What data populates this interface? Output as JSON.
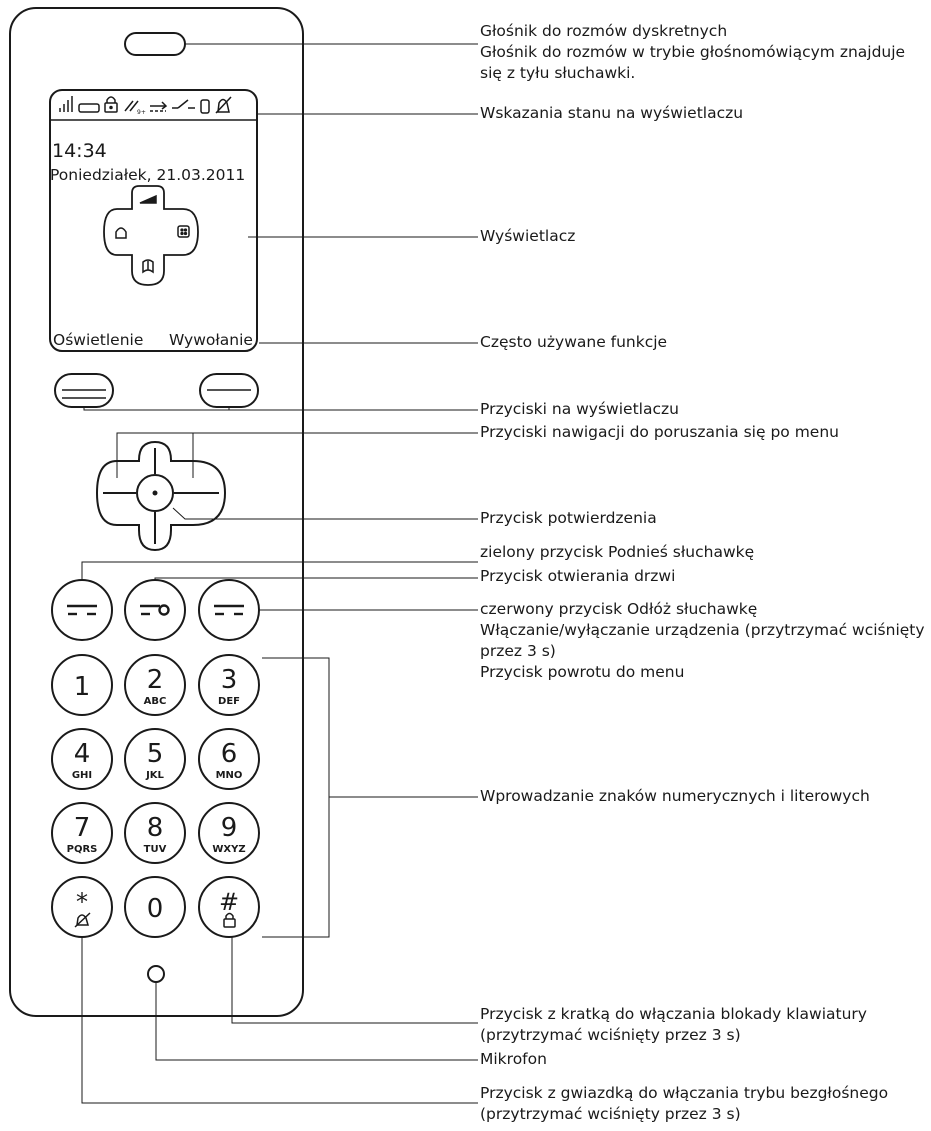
{
  "screen": {
    "time": "14:34",
    "date": "Poniedziałek, 21.03.2011",
    "softkey_left": "Oświetlenie",
    "softkey_right": "Wywołanie"
  },
  "keypad": [
    {
      "digit": "1",
      "letters": ""
    },
    {
      "digit": "2",
      "letters": "ABC"
    },
    {
      "digit": "3",
      "letters": "DEF"
    },
    {
      "digit": "4",
      "letters": "GHI"
    },
    {
      "digit": "5",
      "letters": "JKL"
    },
    {
      "digit": "6",
      "letters": "MNO"
    },
    {
      "digit": "7",
      "letters": "PQRS"
    },
    {
      "digit": "8",
      "letters": "TUV"
    },
    {
      "digit": "9",
      "letters": "WXYZ"
    },
    {
      "digit": "*",
      "letters": ""
    },
    {
      "digit": "0",
      "letters": ""
    },
    {
      "digit": "#",
      "letters": ""
    }
  ],
  "annotations": {
    "speaker": [
      "Głośnik do rozmów dyskretnych",
      "Głośnik do rozmów w trybie głośnomówiącym znajduje",
      "się z tyłu słuchawki."
    ],
    "status": [
      "Wskazania stanu na wyświetlaczu"
    ],
    "display": [
      "Wyświetlacz"
    ],
    "functions": [
      "Często używane funkcje"
    ],
    "display_keys": [
      "Przyciski na wyświetlaczu"
    ],
    "nav_keys": [
      "Przyciski nawigacji do poruszania się po menu"
    ],
    "confirm": [
      "Przycisk potwierdzenia"
    ],
    "green": [
      "zielony przycisk Podnieś słuchawkę"
    ],
    "door": [
      "Przycisk otwierania drzwi"
    ],
    "red": [
      "czerwony przycisk Odłóż słuchawkę",
      "Włączanie/wyłączanie urządzenia (przytrzymać wciśnięty",
      "przez 3 s)",
      "Przycisk powrotu do menu"
    ],
    "alnum": [
      "Wprowadzanie znaków numerycznych i literowych"
    ],
    "hash": [
      "Przycisk z kratką do włączania blokady klawiatury",
      "(przytrzymać wciśnięty przez 3 s)"
    ],
    "mic": [
      "Mikrofon"
    ],
    "star": [
      "Przycisk z gwiazdką do włączania trybu bezgłośnego",
      "(przytrzymać wciśnięty przez 3 s)"
    ]
  }
}
